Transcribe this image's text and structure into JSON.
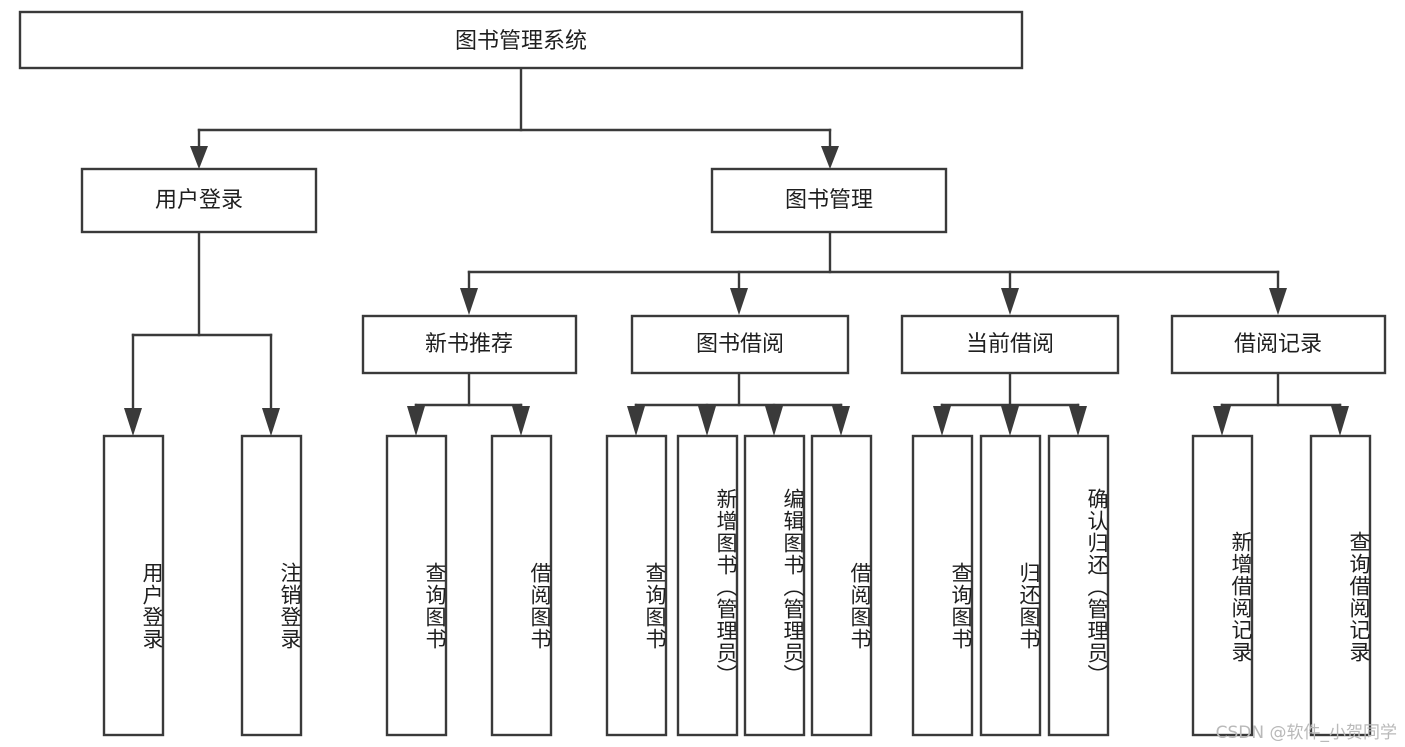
{
  "diagram": {
    "title": "图书管理系统",
    "type": "tree",
    "watermark": "CSDN @软件_小贺同学",
    "colors": {
      "stroke": "#3a3a3a",
      "fill": "#ffffff",
      "text": "#1f1f1f",
      "watermark": "#b9b9b9",
      "background": "#ffffff"
    },
    "nodes": {
      "root": {
        "label": "图书管理系统"
      },
      "level1": [
        {
          "id": "user-login",
          "label": "用户登录"
        },
        {
          "id": "book-manage",
          "label": "图书管理"
        }
      ],
      "level2": [
        {
          "id": "new-book-recommend",
          "label": "新书推荐",
          "parent": "book-manage"
        },
        {
          "id": "book-borrow",
          "label": "图书借阅",
          "parent": "book-manage"
        },
        {
          "id": "current-borrow",
          "label": "当前借阅",
          "parent": "book-manage"
        },
        {
          "id": "borrow-record",
          "label": "借阅记录",
          "parent": "book-manage"
        }
      ],
      "leaves": [
        {
          "id": "leaf-user-login",
          "label": "用户登录",
          "parent": "user-login"
        },
        {
          "id": "leaf-user-logout",
          "label": "注销登录",
          "parent": "user-login"
        },
        {
          "id": "leaf-query-book-1",
          "label": "查询图书",
          "parent": "new-book-recommend"
        },
        {
          "id": "leaf-borrow-book-1",
          "label": "借阅图书",
          "parent": "new-book-recommend"
        },
        {
          "id": "leaf-query-book-2",
          "label": "查询图书",
          "parent": "book-borrow"
        },
        {
          "id": "leaf-add-book",
          "label": "新增图书（管理员）",
          "parent": "book-borrow"
        },
        {
          "id": "leaf-edit-book",
          "label": "编辑图书（管理员）",
          "parent": "book-borrow"
        },
        {
          "id": "leaf-borrow-book-2",
          "label": "借阅图书",
          "parent": "book-borrow"
        },
        {
          "id": "leaf-query-book-3",
          "label": "查询图书",
          "parent": "current-borrow"
        },
        {
          "id": "leaf-return-book",
          "label": "归还图书",
          "parent": "current-borrow"
        },
        {
          "id": "leaf-confirm-return",
          "label": "确认归还（管理员）",
          "parent": "current-borrow"
        },
        {
          "id": "leaf-add-record",
          "label": "新增借阅记录",
          "parent": "borrow-record"
        },
        {
          "id": "leaf-query-record",
          "label": "查询借阅记录",
          "parent": "borrow-record"
        }
      ]
    }
  }
}
